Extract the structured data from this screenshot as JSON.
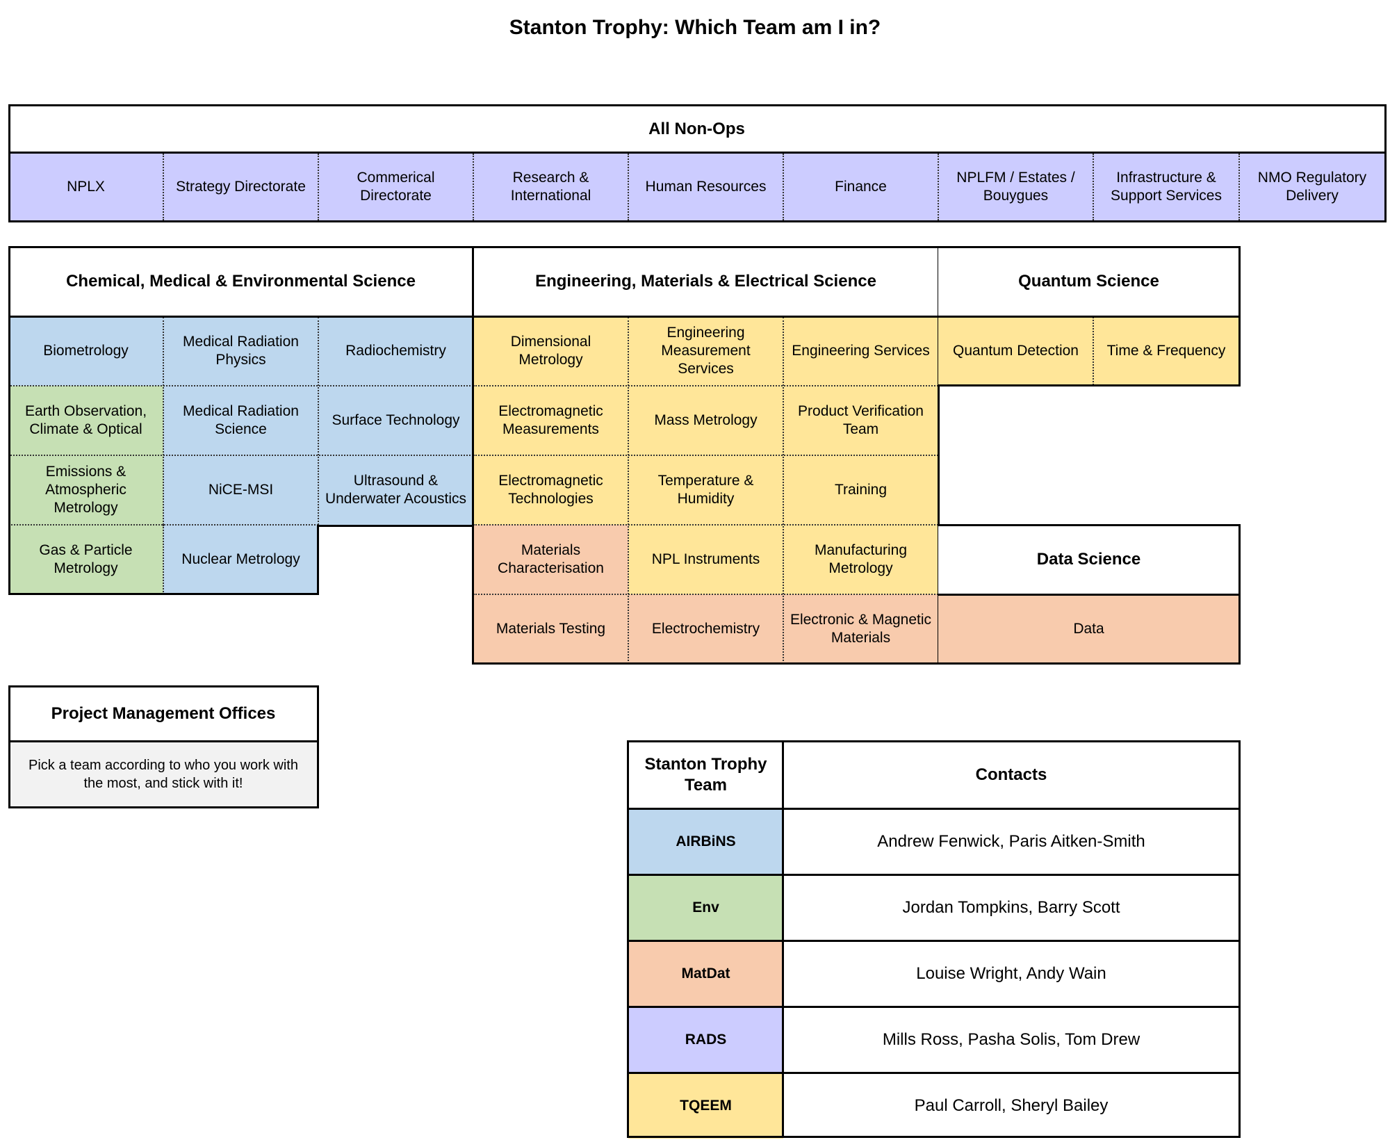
{
  "title": "Stanton Trophy: Which Team am I in?",
  "colors": {
    "AIRBiNS": "#bdd7ee",
    "Env": "#c6e0b4",
    "MatDat": "#f8cbad",
    "RADS": "#ccccff",
    "TQEEM": "#ffe699",
    "PMO": "#f2f2f2"
  },
  "non_ops": {
    "header": "All Non-Ops",
    "cells": [
      "NPLX",
      "Strategy Directorate",
      "Commerical\nDirectorate",
      "Research &\nInternational",
      "Human Resources",
      "Finance",
      "NPLFM / Estates /\nBouygues",
      "Infrastructure &\nSupport Services",
      "NMO Regulatory\nDelivery"
    ]
  },
  "cmes": {
    "header": "Chemical, Medical & Environmental Science",
    "cells": [
      "Biometrology",
      "Medical Radiation\nPhysics",
      "Radiochemistry",
      "Earth Observation,\nClimate & Optical",
      "Medical Radiation\nScience",
      "Surface Technology",
      "Emissions &\nAtmospheric\nMetrology",
      "NiCE-MSI",
      "Ultrasound &\nUnderwater Acoustics",
      "Gas & Particle\nMetrology",
      "Nuclear Metrology"
    ]
  },
  "emes": {
    "header": "Engineering, Materials & Electrical Science",
    "cells": [
      "Dimensional\nMetrology",
      "Engineering\nMeasurement\nServices",
      "Engineering Services",
      "Electromagnetic\nMeasurements",
      "Mass Metrology",
      "Product Verification\nTeam",
      "Electromagnetic\nTechnologies",
      "Temperature &\nHumidity",
      "Training",
      "Materials\nCharacterisation",
      "NPL Instruments",
      "Manufacturing\nMetrology",
      "Materials Testing",
      "Electrochemistry",
      "Electronic & Magnetic\nMaterials"
    ]
  },
  "quantum": {
    "header": "Quantum Science",
    "cells": [
      "Quantum Detection",
      "Time & Frequency"
    ]
  },
  "data_science": {
    "header": "Data Science",
    "cells": [
      "Data"
    ]
  },
  "pmo": {
    "header": "Project Management Offices",
    "text": "Pick a team according to who you work with\nthe most, and stick with it!"
  },
  "key": {
    "team_header": "Stanton Trophy\nTeam",
    "contacts_header": "Contacts",
    "rows": [
      {
        "team": "AIRBiNS",
        "contacts": "Andrew Fenwick, Paris Aitken-Smith"
      },
      {
        "team": "Env",
        "contacts": "Jordan Tompkins, Barry Scott"
      },
      {
        "team": "MatDat",
        "contacts": "Louise Wright, Andy Wain"
      },
      {
        "team": "RADS",
        "contacts": "Mills Ross, Pasha Solis, Tom Drew"
      },
      {
        "team": "TQEEM",
        "contacts": "Paul Carroll, Sheryl Bailey"
      }
    ]
  }
}
